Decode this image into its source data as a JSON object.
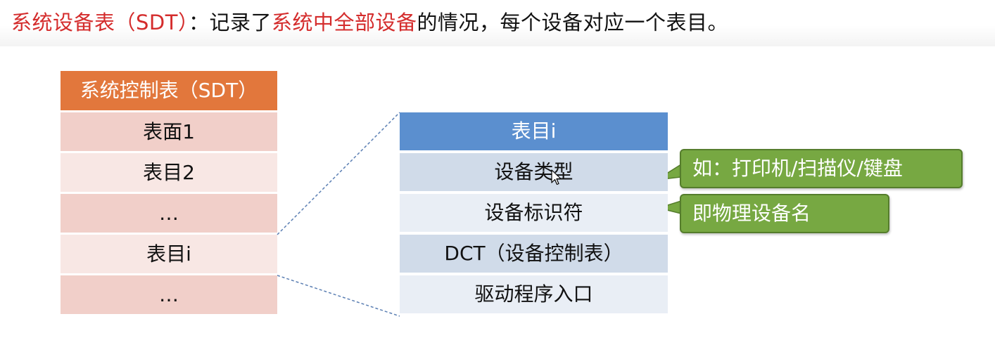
{
  "headline": {
    "part1": "系统设备表（SDT）",
    "part2": "：记录了",
    "part3": "系统中全部设备",
    "part4": "的情况，每个设备对应一个表目。"
  },
  "sdt_table": {
    "header": "系统控制表（SDT）",
    "rows": [
      "表面1",
      "表目2",
      "…",
      "表目i",
      "…"
    ]
  },
  "entry_table": {
    "header": "表目i",
    "rows": [
      "设备类型",
      "设备标识符",
      "DCT（设备控制表）",
      "驱动程序入口"
    ]
  },
  "callouts": {
    "device_type": "如：打印机/扫描仪/键盘",
    "device_id": "即物理设备名"
  },
  "colors": {
    "headline_red": "#d42c2c",
    "sdt_header": "#e2773c",
    "sdt_row_dark": "#f1cfc9",
    "sdt_row_light": "#f8e7e4",
    "entry_header": "#5b8fcf",
    "entry_row_dark": "#d0dbe9",
    "entry_row_light": "#e9eef5",
    "callout_green": "#77a842",
    "connector_line": "#5b7fb3"
  }
}
